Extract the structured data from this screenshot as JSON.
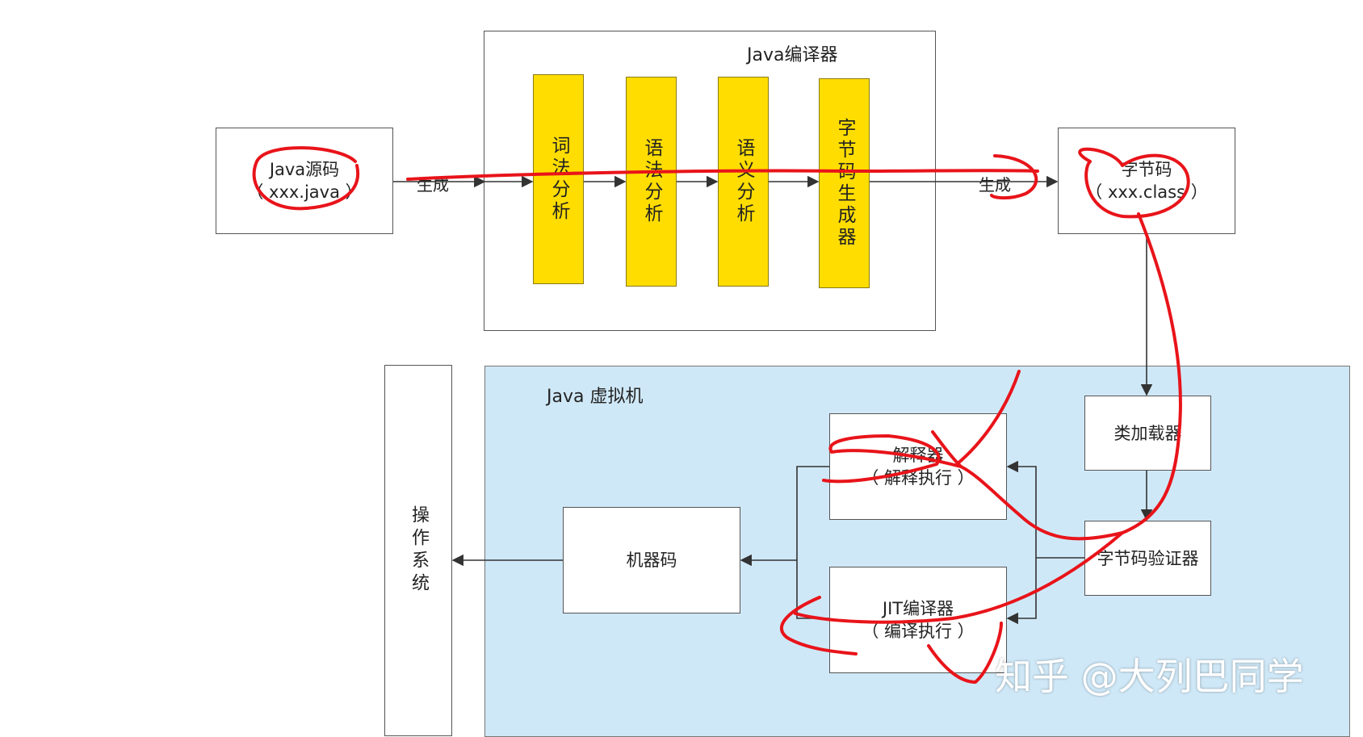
{
  "compiler": {
    "title": "Java编译器",
    "stages": [
      "词法分析",
      "语法分析",
      "语义分析",
      "字节码生成器"
    ]
  },
  "source": {
    "line1": "Java源码",
    "line2": "（ xxx.java ）"
  },
  "bytecode": {
    "line1": "字节码",
    "line2": "（ xxx.class ）"
  },
  "edges": {
    "generate_left": "生成",
    "generate_right": "生成"
  },
  "vm": {
    "title": "Java 虚拟机",
    "class_loader": "类加载器",
    "verifier": "字节码验证器",
    "interpreter": {
      "line1": "解释器",
      "line2": "（ 解释执行 ）"
    },
    "jit": {
      "line1": "JIT编译器",
      "line2": "（ 编译执行 ）"
    },
    "machine_code": "机器码"
  },
  "os": {
    "label": "操作系统"
  },
  "watermark": {
    "text": "知乎 @大列巴同学"
  },
  "colors": {
    "stage_fill": "#ffdd00",
    "vm_fill": "#cfe8f7",
    "annotation": "#e8141a"
  }
}
